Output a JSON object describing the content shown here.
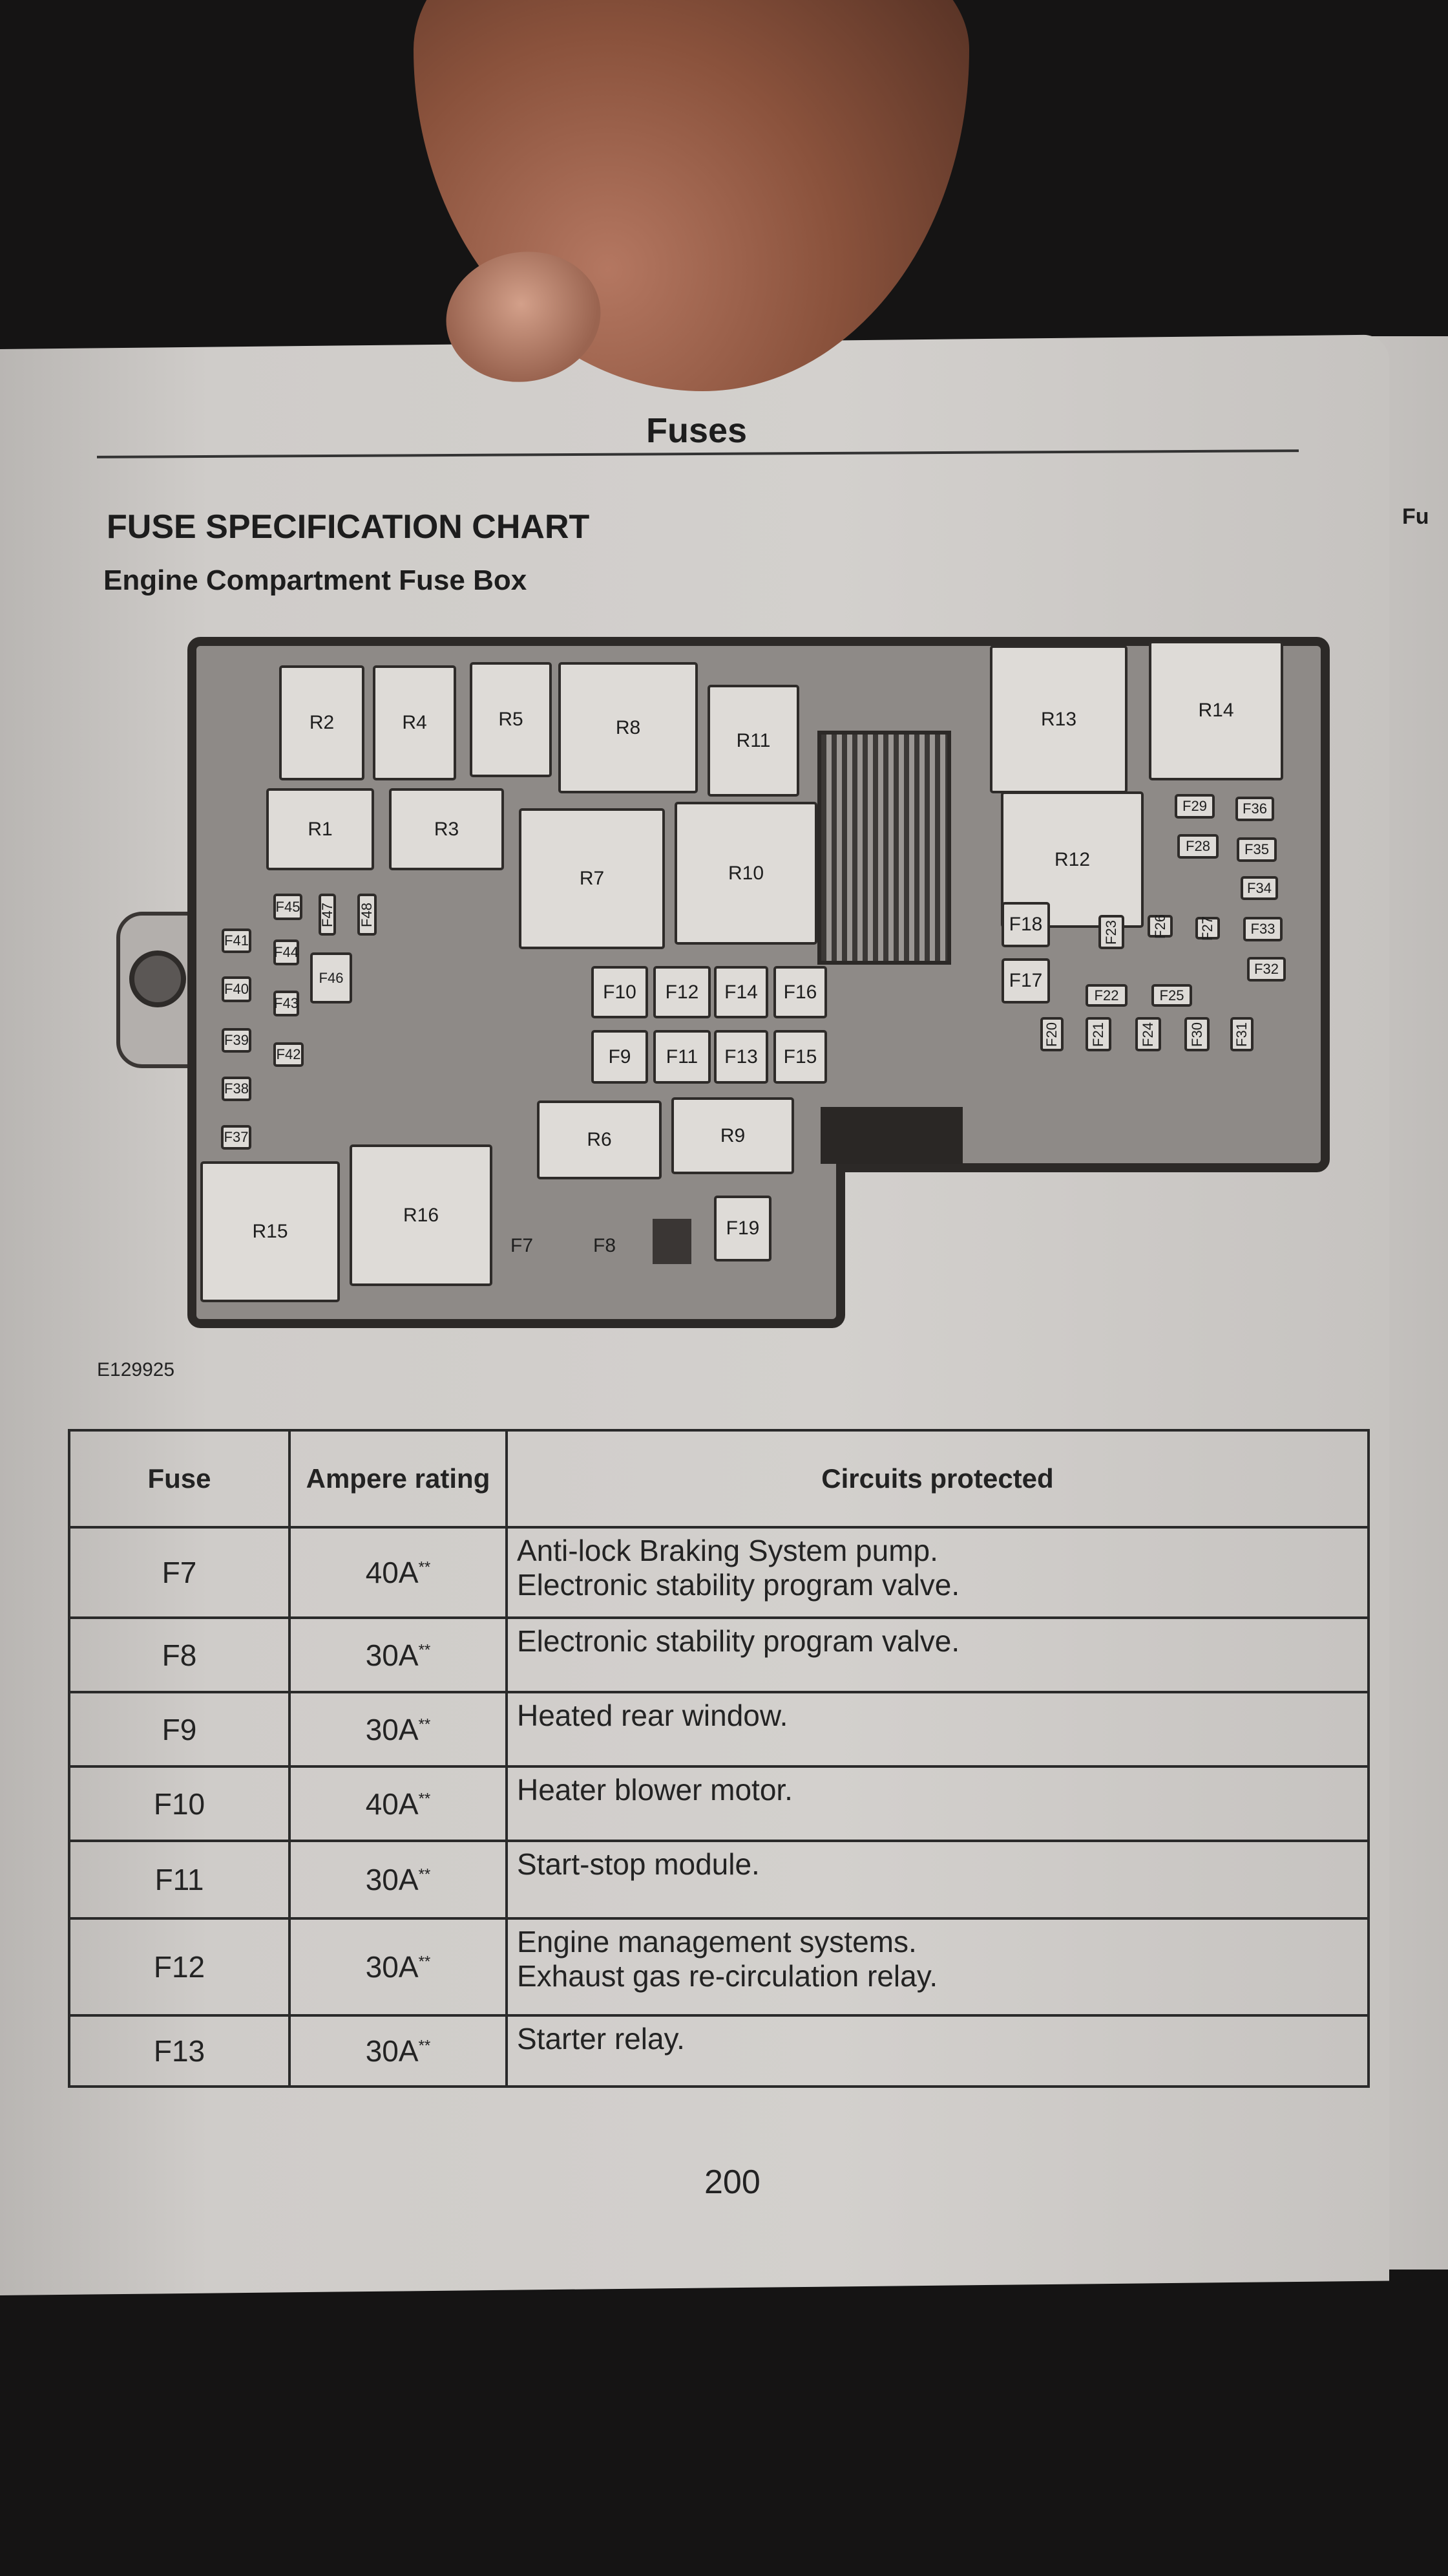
{
  "header": {
    "section": "Fuses"
  },
  "title": "FUSE SPECIFICATION CHART",
  "subtitle": "Engine Compartment Fuse Box",
  "diagram": {
    "id": "E129925",
    "labels": {
      "R1": "R1",
      "R2": "R2",
      "R3": "R3",
      "R4": "R4",
      "R5": "R5",
      "R6": "R6",
      "R7": "R7",
      "R8": "R8",
      "R9": "R9",
      "R10": "R10",
      "R11": "R11",
      "R12": "R12",
      "R13": "R13",
      "R14": "R14",
      "R15": "R15",
      "R16": "R16",
      "F7": "F7",
      "F8": "F8",
      "F9": "F9",
      "F10": "F10",
      "F11": "F11",
      "F12": "F12",
      "F13": "F13",
      "F14": "F14",
      "F15": "F15",
      "F16": "F16",
      "F17": "F17",
      "F18": "F18",
      "F19": "F19",
      "F20": "F20",
      "F21": "F21",
      "F22": "F22",
      "F23": "F23",
      "F24": "F24",
      "F25": "F25",
      "F26": "F26",
      "F27": "F27",
      "F28": "F28",
      "F29": "F29",
      "F30": "F30",
      "F31": "F31",
      "F32": "F32",
      "F33": "F33",
      "F34": "F34",
      "F35": "F35",
      "F36": "F36",
      "F37": "F37",
      "F38": "F38",
      "F39": "F39",
      "F40": "F40",
      "F41": "F41",
      "F42": "F42",
      "F43": "F43",
      "F44": "F44",
      "F45": "F45",
      "F46": "F46",
      "F47": "F47",
      "F48": "F48"
    }
  },
  "table": {
    "headers": [
      "Fuse",
      "Ampere rating",
      "Circuits protected"
    ],
    "rows": [
      {
        "fuse": "F7",
        "amps": "40A",
        "mark": "**",
        "circuits": [
          "Anti-lock Braking System pump.",
          "Electronic stability program valve."
        ]
      },
      {
        "fuse": "F8",
        "amps": "30A",
        "mark": "**",
        "circuits": [
          "Electronic stability program valve."
        ]
      },
      {
        "fuse": "F9",
        "amps": "30A",
        "mark": "**",
        "circuits": [
          "Heated rear window."
        ]
      },
      {
        "fuse": "F10",
        "amps": "40A",
        "mark": "**",
        "circuits": [
          "Heater blower motor."
        ]
      },
      {
        "fuse": "F11",
        "amps": "30A",
        "mark": "**",
        "circuits": [
          "Start-stop module."
        ]
      },
      {
        "fuse": "F12",
        "amps": "30A",
        "mark": "**",
        "circuits": [
          "Engine management systems.",
          "Exhaust gas re-circulation relay."
        ]
      },
      {
        "fuse": "F13",
        "amps": "30A",
        "mark": "**",
        "circuits": [
          "Starter relay."
        ]
      }
    ]
  },
  "page_number": "200",
  "right_page": {
    "header_fragment": "Fu"
  }
}
